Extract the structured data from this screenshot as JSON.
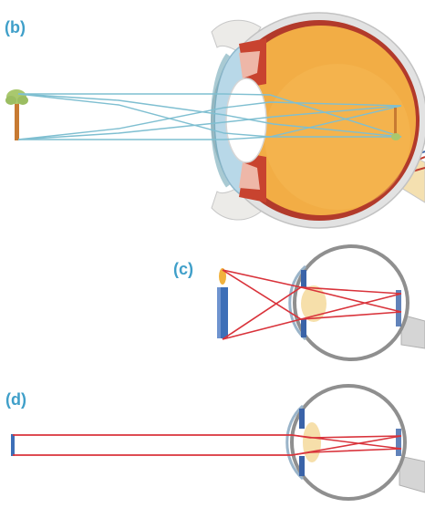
{
  "panels": {
    "b": {
      "label": "(b)"
    },
    "c": {
      "label": "(c)"
    },
    "d": {
      "label": "(d)"
    }
  },
  "colors": {
    "label": "#3f9fc9",
    "eyeball_interior": "#f2ad45",
    "choroid": "#b23a2b",
    "sclera": "#d8d8d8",
    "cornea": "#b8d8e8",
    "iris": "#3a63a8",
    "lens": "#f6dfaa",
    "light_ray_b": "#7fbfd1",
    "light_ray_cd": "#d9333b",
    "tree_crown": "#a9c86e",
    "tree_trunk": "#c77a32",
    "candle": "#3d6fb8",
    "flame": "#f1b23d"
  },
  "icons": {
    "b": "tree-object-icon",
    "c": "candle-object-icon"
  }
}
